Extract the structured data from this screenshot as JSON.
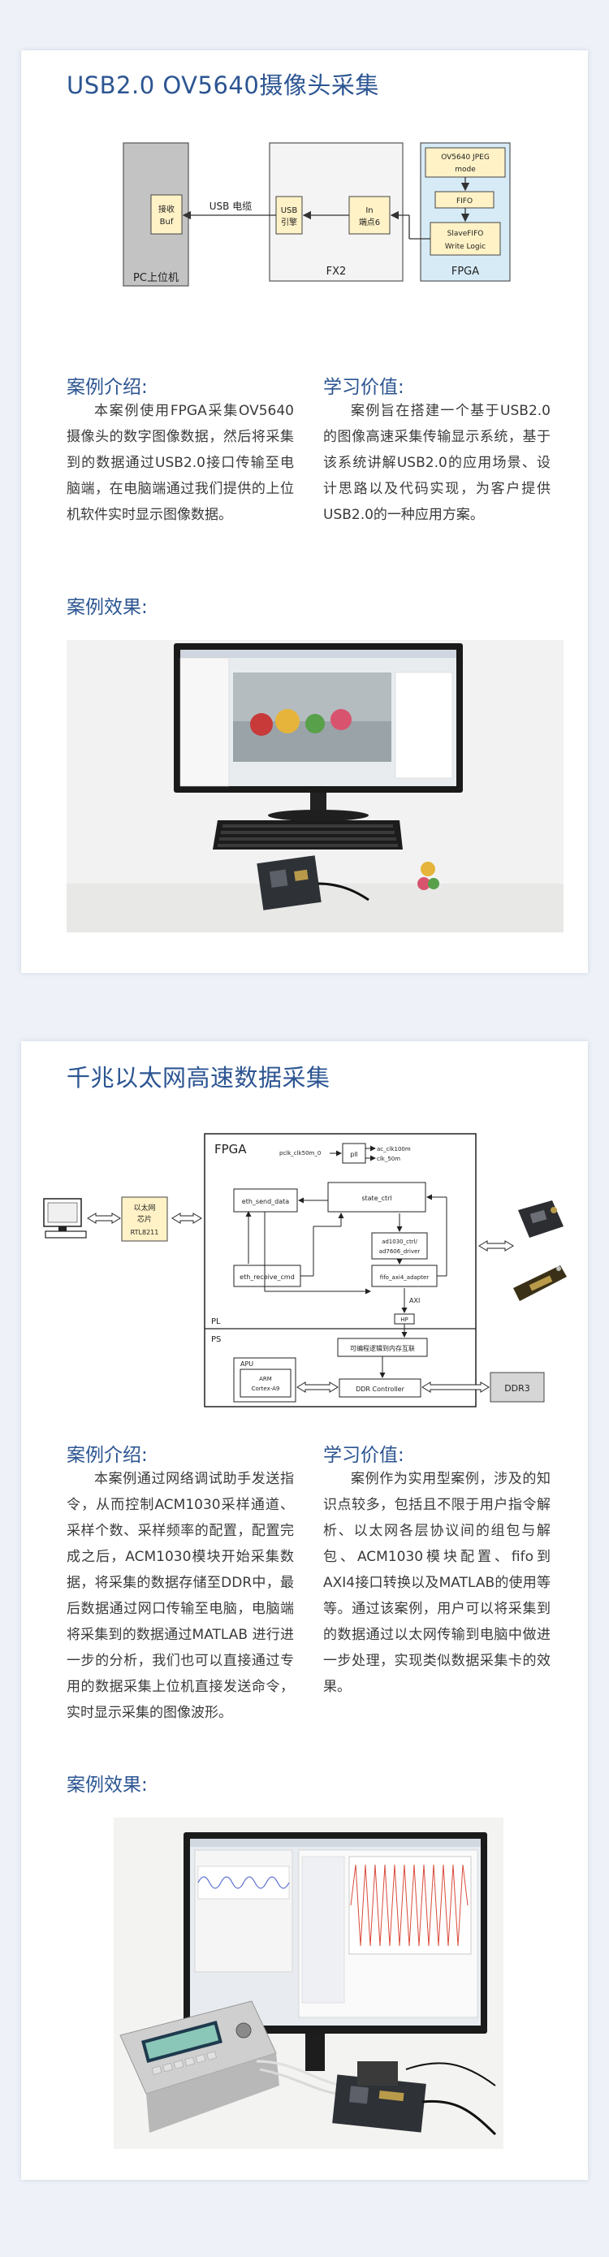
{
  "case1": {
    "title": "USB2.0 OV5640摄像头采集",
    "diagram": {
      "pc_label": "PC上位机",
      "recv_buf": [
        "接收",
        "Buf"
      ],
      "usb_cable": "USB 电缆",
      "usb_engine": [
        "USB",
        "引擎"
      ],
      "in_endpoint": [
        "In",
        "端点6"
      ],
      "fx2_label": "FX2",
      "ov_block": [
        "OV5640 JPEG",
        "mode"
      ],
      "fifo_block": "FIFO",
      "slave_block": [
        "SlaveFIFO",
        "Write Logic"
      ],
      "fpga_label": "FPGA"
    },
    "intro_heading": "案例介绍:",
    "intro_text": "本案例使用FPGA采集OV5640摄像头的数字图像数据，然后将采集到的数据通过USB2.0接口传输至电脑端，在电脑端通过我们提供的上位机软件实时显示图像数据。",
    "value_heading": "学习价值:",
    "value_text": "案例旨在搭建一个基于USB2.0的图像高速采集传输显示系统，基于该系统讲解USB2.0的应用场景、设计思路以及代码实现，为客户提供USB2.0的一种应用方案。",
    "effect_heading": "案例效果:"
  },
  "case2": {
    "title": "千兆以太网高速数据采集",
    "diagram": {
      "phy_label": [
        "以太网",
        "芯片",
        "RTL8211"
      ],
      "fpga_label": "FPGA",
      "clk_in": "pclk_clk50m_0",
      "pll_label": "pll",
      "clk_out1": "ac_clk100m",
      "clk_out2": "clk_50m",
      "eth_send": "eth_send_data",
      "state_ctrl": "state_ctrl",
      "ad_driver": [
        "ad1030_ctrl/",
        "ad7606_driver"
      ],
      "eth_receive": "eth_receive_cmd",
      "fifo_axi": "fifo_axi4_adapter",
      "axi_label": "AXI",
      "hp_label": "HP",
      "pl_label": "PL",
      "ps_label": "PS",
      "interconnect": "可编程逻辑到内存互联",
      "apu_label": "APU",
      "arm_label": [
        "ARM",
        "Cortex-A9"
      ],
      "ddr_ctrl": "DDR Controller",
      "ddr3": "DDR3"
    },
    "intro_heading": "案例介绍:",
    "intro_text": "本案例通过网络调试助手发送指令，从而控制ACM1030采样通道、采样个数、采样频率的配置，配置完成之后，ACM1030模块开始采集数据，将采集的数据存储至DDR中，最后数据通过网口传输至电脑，电脑端将采集到的数据通过MATLAB 进行进一步的分析，我们也可以直接通过专用的数据采集上位机直接发送命令，实时显示采集的图像波形。",
    "value_heading": "学习价值:",
    "value_text": "案例作为实用型案例，涉及的知识点较多，包括且不限于用户指令解析、以太网各层协议间的组包与解包、ACM1030模块配置、fifo到AXI4接口转换以及MATLAB的使用等等。通过该案例，用户可以将采集到的数据通过以太网传输到电脑中做进一步处理，实现类似数据采集卡的效果。",
    "effect_heading": "案例效果:"
  }
}
